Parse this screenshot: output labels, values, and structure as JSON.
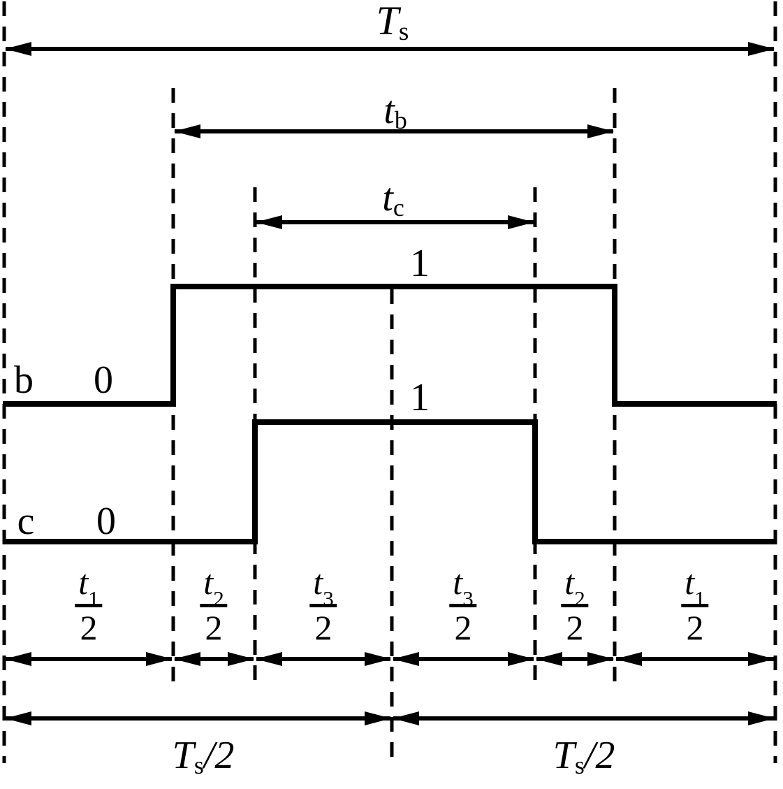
{
  "figure": {
    "colors": {
      "ink": "#000000",
      "background": "#ffffff"
    },
    "period": {
      "base": "T",
      "sub": "s"
    },
    "gate_b_width": {
      "base": "t",
      "sub": "b"
    },
    "gate_c_width": {
      "base": "t",
      "sub": "c"
    },
    "signal_b": {
      "name": "b",
      "low": "0",
      "high": "1"
    },
    "signal_c": {
      "name": "c",
      "low": "0",
      "high": "1"
    },
    "intervals": [
      {
        "base": "t",
        "sub": "1",
        "den": "2"
      },
      {
        "base": "t",
        "sub": "2",
        "den": "2"
      },
      {
        "base": "t",
        "sub": "3",
        "den": "2"
      },
      {
        "base": "t",
        "sub": "3",
        "den": "2"
      },
      {
        "base": "t",
        "sub": "2",
        "den": "2"
      },
      {
        "base": "t",
        "sub": "1",
        "den": "2"
      }
    ],
    "half_period_left": {
      "base": "T",
      "sub": "s",
      "rest": "/2"
    },
    "half_period_right": {
      "base": "T",
      "sub": "s",
      "rest": "/2"
    }
  }
}
